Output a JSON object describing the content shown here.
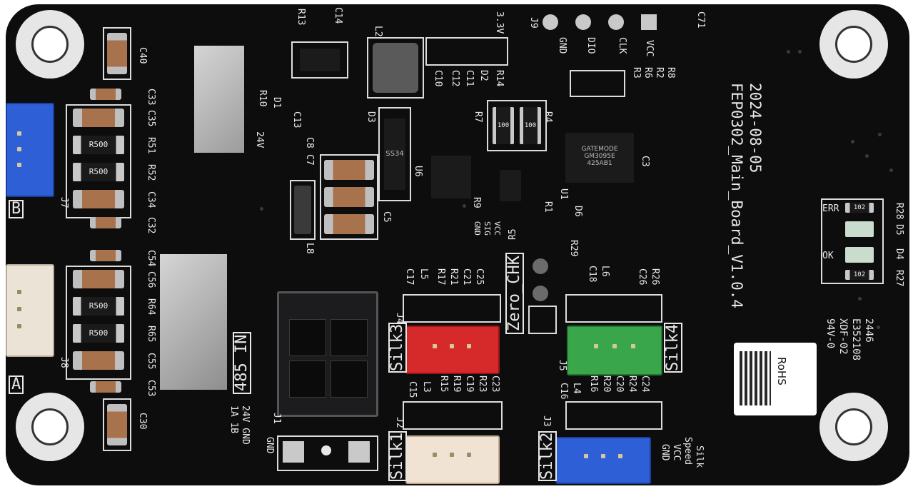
{
  "board": {
    "name": "FEP0302_Main_Board_V1.0.4",
    "date": "2024-08-05",
    "rohs": "RoHS",
    "cert_lines": [
      "94V-0",
      "XDF-02",
      "E352108",
      "2446"
    ]
  },
  "connectors": {
    "j7": "J7",
    "j8": "J8",
    "j9": "J9",
    "j1": "J1",
    "j2": "J2",
    "j3": "J3",
    "j4": "J4",
    "j5": "J5",
    "port_b": "B",
    "port_a": "A",
    "power_in": "485 IN",
    "power_pins": [
      "24V GND",
      "1A 1B"
    ],
    "gnd": "GND",
    "silk1": "Silk1",
    "silk2": "Silk2",
    "silk3": "Silk3",
    "silk4": "Silk4",
    "zero_chk": "Zero_CHK",
    "j9_pins": [
      "GND",
      "DIO",
      "CLK",
      "VCC"
    ],
    "j3_pins": [
      "GND",
      "VCC",
      "Speed",
      "Silk"
    ],
    "mcu_pins": [
      "GND",
      "SIG",
      "VCC"
    ],
    "colors": {
      "blue": "#2f5fd6",
      "white": "#ebe4d6",
      "black": "#1c1c1e",
      "red": "#d62a2a",
      "green": "#3aa64c",
      "cream": "#f1e3d3"
    }
  },
  "labels": {
    "c40": "C40",
    "c33": "C33",
    "c35": "C35",
    "r51": "R51",
    "r52": "R52",
    "c34": "C34",
    "c32": "C32",
    "c54": "C54",
    "c56": "C56",
    "r64": "R64",
    "r65": "R65",
    "c55": "C55",
    "c53": "C53",
    "c30": "C30",
    "r10": "R10",
    "d1": "D1",
    "v24": "24V",
    "r13": "R13",
    "c14": "C14",
    "l2": "L2",
    "v33": "3.3V",
    "c10": "C10",
    "c12": "C12",
    "c11": "C11",
    "d2": "D2",
    "r14": "R14",
    "d3": "D3",
    "c13": "C13",
    "c7": "C7",
    "c8": "C8",
    "c5": "C5",
    "l8": "L8",
    "u6": "U6",
    "r7": "R7",
    "r4": "R4",
    "u1": "U1",
    "d6": "D6",
    "c3": "C3",
    "r9": "R9",
    "r1": "R1",
    "r5": "R5",
    "r29": "R29",
    "c18": "C18",
    "l6": "L6",
    "r3": "R3",
    "r6": "R6",
    "r2": "R2",
    "r8": "R8",
    "c71": "C71",
    "err": "ERR",
    "ok": "OK",
    "r28": "R28",
    "d5": "D5",
    "d4": "D4",
    "r27": "R27",
    "c17": "C17",
    "l5": "L5",
    "r17": "R17",
    "r21": "R21",
    "c21": "C21",
    "c25": "C25",
    "c26": "C26",
    "r26": "R26",
    "c15": "C15",
    "l3": "L3",
    "r15": "R15",
    "r19": "R19",
    "c19": "C19",
    "r23": "R23",
    "c23": "C23",
    "c16": "C16",
    "l4": "L4",
    "r16": "R16",
    "r20": "R20",
    "c20": "C20",
    "r24": "R24",
    "c24": "C24"
  },
  "parts": {
    "r500": "R500",
    "ss34": "SS34",
    "gatemode": "GATEMODE",
    "gm3095": "GM3095E",
    "marking": "425AB1",
    "res100": "100",
    "res102": "102"
  }
}
